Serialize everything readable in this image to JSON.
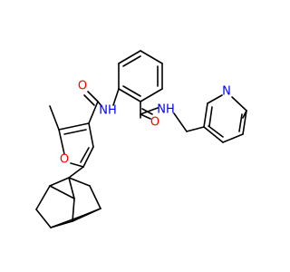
{
  "molecule": {
    "atoms": [
      {
        "id": "o_furan",
        "label": "O"
      },
      {
        "id": "o_amide1",
        "label": "O"
      },
      {
        "id": "o_amide2",
        "label": "O"
      },
      {
        "id": "nh_amide1",
        "label": "NH"
      },
      {
        "id": "nh_amide2",
        "label": "NH"
      },
      {
        "id": "n_pyridine",
        "label": "N"
      }
    ]
  },
  "colors": {
    "bond": "#000000",
    "oxygen": "#ff0000",
    "nitrogen": "#0000ff"
  }
}
